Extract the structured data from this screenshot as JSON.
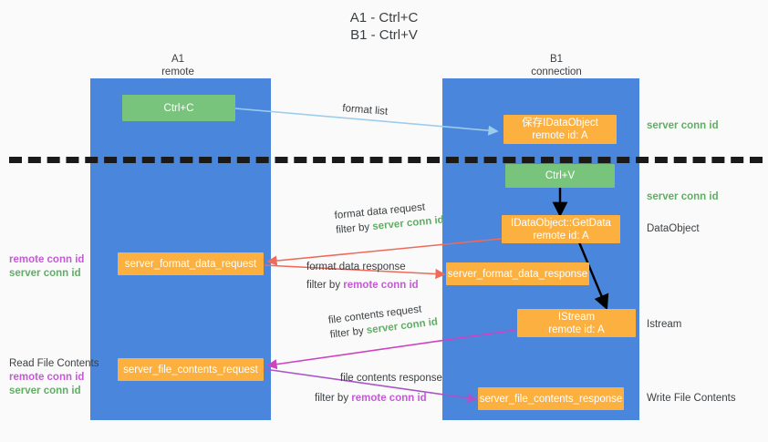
{
  "title": "A1 - Ctrl+C\nB1 - Ctrl+V",
  "lanes": [
    {
      "name": "A1",
      "sub": "remote"
    },
    {
      "name": "B1",
      "sub": "connection"
    }
  ],
  "boxes": {
    "ctrl_c": {
      "label": "Ctrl+C"
    },
    "save_idataobject": {
      "line1": "保存IDataObject",
      "line2": "remote id: A"
    },
    "ctrl_v": {
      "label": "Ctrl+V"
    },
    "getdata": {
      "line1": "IDataObject::GetData",
      "line2": "remote id: A"
    },
    "format_data_request": {
      "label": "server_format_data_request"
    },
    "format_data_response": {
      "label": "server_format_data_response"
    },
    "istream": {
      "line1": "IStream",
      "line2": "remote id: A"
    },
    "file_contents_request": {
      "label": "server_file_contents_request"
    },
    "file_contents_response": {
      "label": "server_file_contents_response"
    }
  },
  "right_labels": {
    "server_conn_id_top": "server conn id",
    "server_conn_id_mid": "server conn id",
    "dataobject": "DataObject",
    "istream": "Istream",
    "write_file_contents": "Write File Contents"
  },
  "left_labels": {
    "remote_conn_id_1": "remote conn id",
    "server_conn_id_1": "server conn id",
    "read_file_contents": "Read File Contents",
    "remote_conn_id_2": "remote conn id",
    "server_conn_id_2": "server conn id"
  },
  "arrow_captions": {
    "format_list": "format list",
    "format_data_request": {
      "line1": "format data request",
      "filter_prefix": "filter by ",
      "filter_value": "server conn id"
    },
    "format_data_response": {
      "line1": "format data response",
      "filter_prefix": "filter by ",
      "filter_value": "remote conn id"
    },
    "file_contents_request": {
      "line1": "file contents request",
      "filter_prefix": "filter by ",
      "filter_value": "server conn id"
    },
    "file_contents_response": {
      "line1": "file contents response",
      "filter_prefix": "filter by ",
      "filter_value": "remote conn id"
    }
  },
  "colors": {
    "lane": "#4a86db",
    "green_box": "#79c47c",
    "orange_box": "#fbb040",
    "green_text": "#5fae63",
    "purple_text": "#c65ad6",
    "light_blue_arrow": "#9ccdea",
    "red_arrow": "#ee6a5a",
    "magenta_arrow": "#cf42c0",
    "purple_arrow": "#a855c8",
    "black_arrow": "#000000"
  }
}
